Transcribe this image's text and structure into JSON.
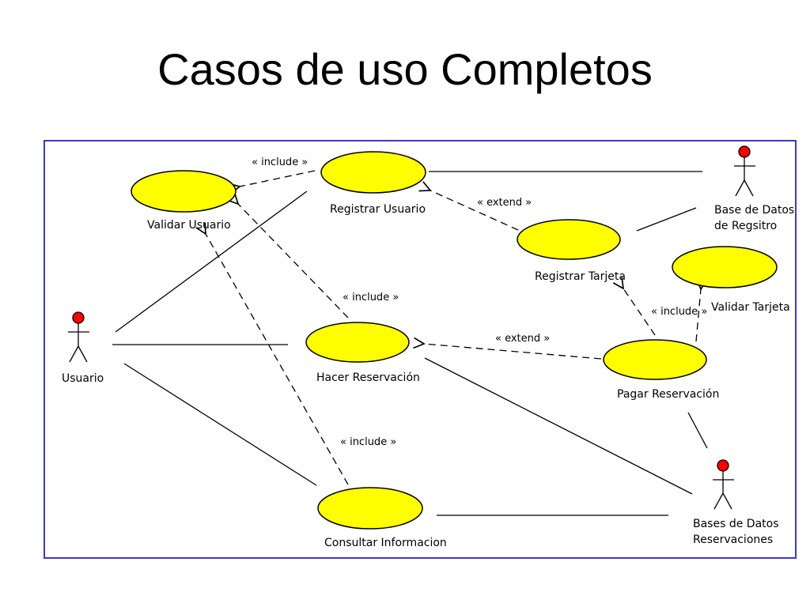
{
  "slide": {
    "title": "Casos de uso Completos"
  },
  "colors": {
    "usecase_fill": "#ffff00",
    "actor_head": "#ff0000",
    "frame": "#3a3ac8"
  },
  "actors": {
    "usuario": "Usuario",
    "bd_registro_l1": "Base de Datos",
    "bd_registro_l2": "de Regsitro",
    "bd_reservas_l1": "Bases de Datos",
    "bd_reservas_l2": "Reservaciones"
  },
  "use_cases": {
    "validar_usuario": "Validar Usuario",
    "registrar_usuario": "Registrar Usuario",
    "registrar_tarjeta": "Registrar  Tarjeta",
    "validar_tarjeta": "Validar  Tarjeta",
    "hacer_reservacion": "Hacer Reservación",
    "pagar_reservacion": "Pagar Reservación",
    "consultar_informacion": "Consultar Informacion"
  },
  "relations": {
    "include_1": "« include »",
    "include_2": "« include »",
    "include_3": "« include »",
    "include_4": "« include »",
    "extend_1": "« extend »",
    "extend_2": "« extend »"
  }
}
